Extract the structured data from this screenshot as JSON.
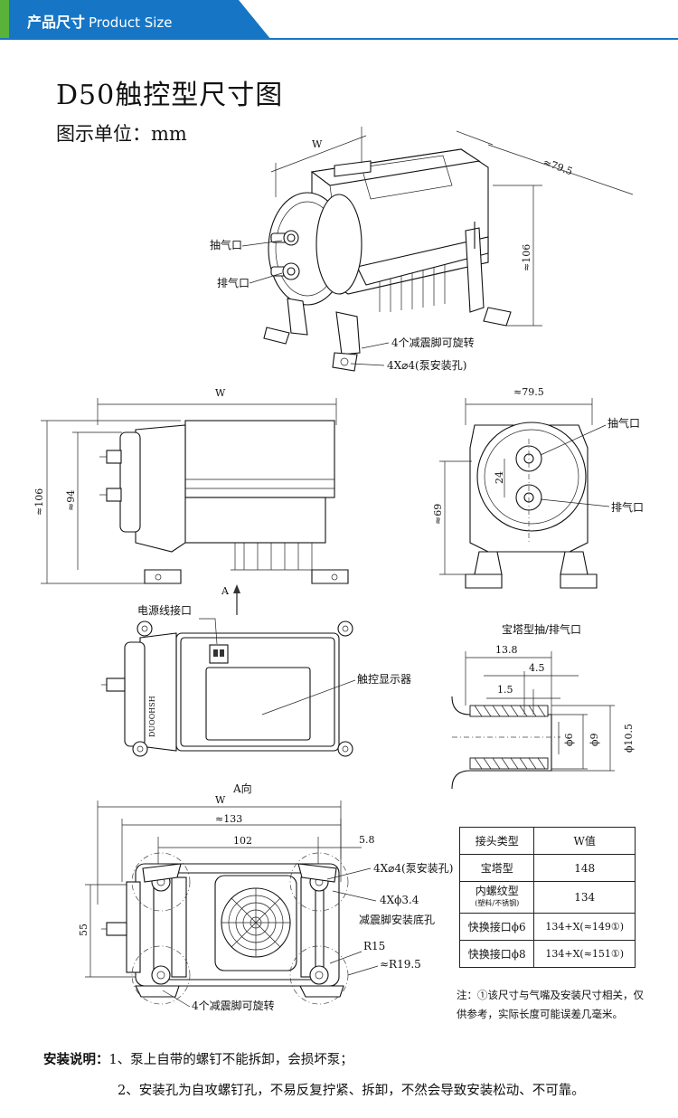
{
  "header": {
    "cn": "产品尺寸",
    "en": "Product Size"
  },
  "title": "D50触控型尺寸图",
  "unit": "图示单位：mm",
  "iso_view": {
    "dim_w": "W",
    "dim_depth": "≈79.5",
    "dim_height": "≈106",
    "label_suction": "抽气口",
    "label_exhaust": "排气口",
    "label_feet": "4个减震脚可旋转",
    "label_holes": "4X⌀4(泵安装孔)"
  },
  "front_view": {
    "dim_w": "W",
    "dim_h_total": "≈106",
    "dim_h_body": "≈94",
    "arrow_label": "A"
  },
  "side_view": {
    "dim_depth": "≈79.5",
    "dim_24": "24",
    "dim_69": "≈69",
    "label_suction": "抽气口",
    "label_exhaust": "排气口"
  },
  "top_view": {
    "label_power": "电源线接口",
    "label_display": "触控显示器",
    "side_text": "DUOOHSH"
  },
  "barb_detail": {
    "title": "宝塔型抽/排气口",
    "dim_13_8": "13.8",
    "dim_4_5": "4.5",
    "dim_1_5": "1.5",
    "dim_6": "ϕ6",
    "dim_9": "ϕ9",
    "dim_10_5": "ϕ10.5"
  },
  "bottom_view": {
    "view_label": "A向",
    "dim_w": "W",
    "dim_133": "≈133",
    "dim_102": "102",
    "dim_5_8": "5.8",
    "dim_55": "55",
    "label_pump_holes": "4X⌀4(泵安装孔)",
    "label_hole_34": "4Xϕ3.4",
    "label_base_holes": "减震脚安装底孔",
    "label_r15": "R15",
    "label_r19": "≈R19.5",
    "label_feet": "4个减震脚可旋转"
  },
  "spec_table": {
    "head": [
      "接头类型",
      "W值"
    ],
    "rows": [
      {
        "type": "宝塔型",
        "sub": "",
        "w": "148"
      },
      {
        "type": "内螺纹型",
        "sub": "(塑料/不锈钢)",
        "w": "134"
      },
      {
        "type": "快换接口ϕ6",
        "sub": "",
        "w": "134+X(≈149①)"
      },
      {
        "type": "快换接口ϕ8",
        "sub": "",
        "w": "134+X(≈151①)"
      }
    ]
  },
  "note": "注：①该尺寸与气嘴及安装尺寸相关，仅供参考，实际长度可能误差几毫米。",
  "install": {
    "heading": "安装说明：",
    "line1": "1、泵上自带的螺钉不能拆卸，会损坏泵；",
    "line2": "2、安装孔为自攻螺钉孔，不易反复拧紧、拆卸，不然会导致安装松动、不可靠。"
  }
}
